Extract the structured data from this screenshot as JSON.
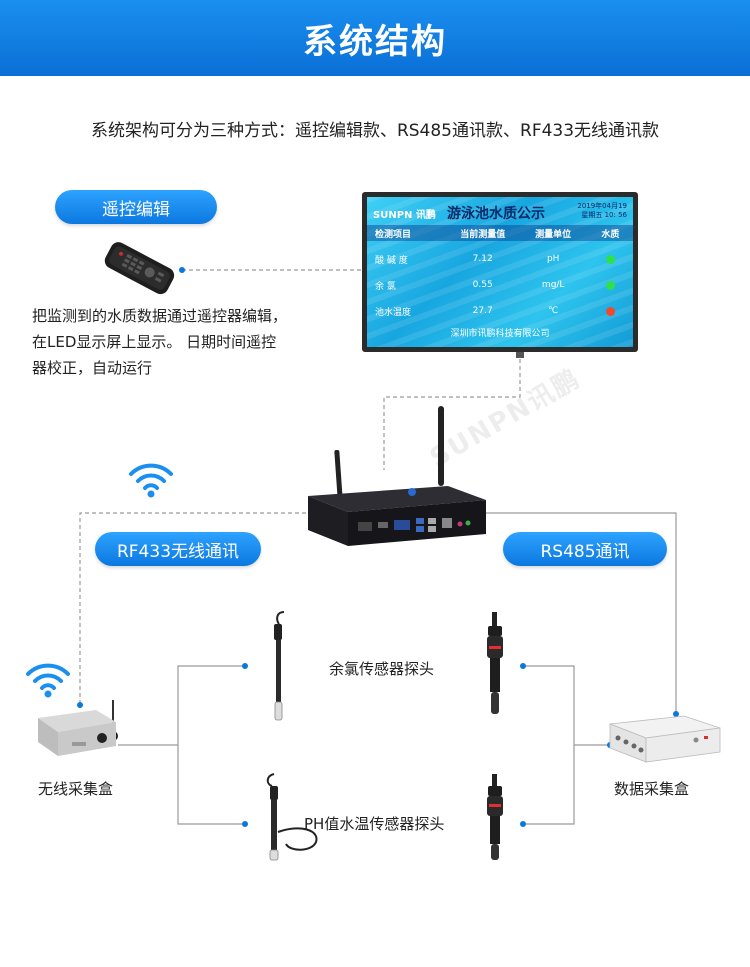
{
  "header": {
    "title": "系统结构"
  },
  "intro": "系统架构可分为三种方式：遥控编辑款、RS485通讯款、RF433无线通讯款",
  "pills": {
    "remote": "遥控编辑",
    "rf433": "RF433无线通讯",
    "rs485": "RS485通讯"
  },
  "remote_desc": [
    "把监测到的水质数据通过遥控器编辑，",
    "在LED显示屏上显示。 日期时间遥控",
    "器校正，自动运行"
  ],
  "screen": {
    "brand": "SUNPN 讯鹏",
    "title": "游泳池水质公示",
    "date_line1": "2019年04月19",
    "date_line2": "星期五 10: 56",
    "headers": [
      "检测项目",
      "当前测量值",
      "测量单位",
      "水质"
    ],
    "rows": [
      {
        "item": "酸 碱 度",
        "value": "7.12",
        "unit": "pH",
        "status": "#2ee04a"
      },
      {
        "item": "余    氯",
        "value": "0.55",
        "unit": "mg/L",
        "status": "#2ee04a"
      },
      {
        "item": "池水温度",
        "value": "27.7",
        "unit": "℃",
        "status": "#f04a2e"
      }
    ],
    "footer": "深圳市讯鹏科技有限公司"
  },
  "labels": {
    "chlorine_probe": "余氯传感器探头",
    "ph_probe": "PH值水温传感器探头",
    "wireless_box": "无线采集盒",
    "data_box": "数据采集盒"
  },
  "colors": {
    "accent": "#0b78e0",
    "line": "#9a9a9a"
  }
}
